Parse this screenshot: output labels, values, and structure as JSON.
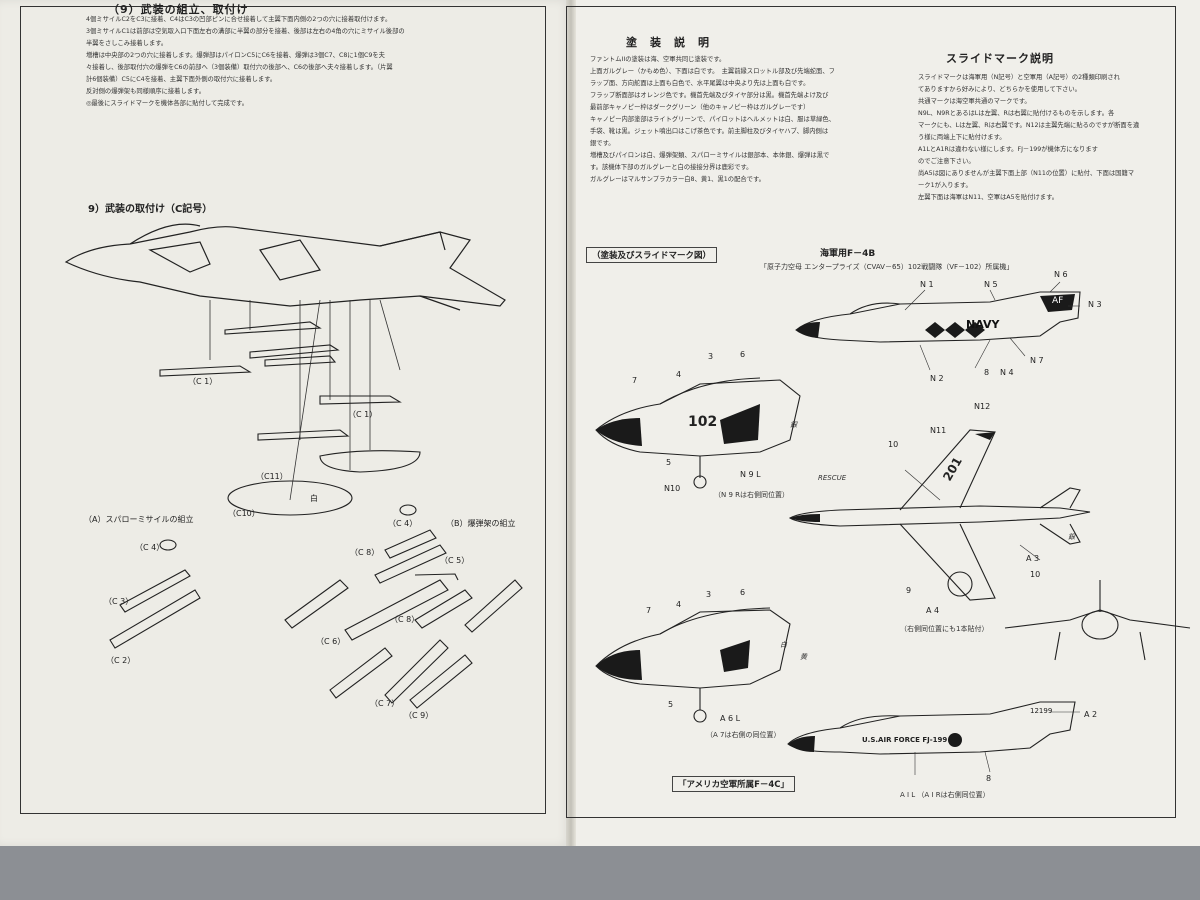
{
  "left": {
    "section_title": "（9）武装の組立、取付け",
    "instructions": [
      "4個ミサイルC2をC3に接着、C4はC3の凹部ピンに合せ接着して主翼下面内側の2つの穴に接着取付けます。",
      "3個ミサイルC1は前部は空気取入口下面左右の溝部に半翼の部分を接着、後部は左右の4角の穴にミサイル後部の",
      "半翼をさしこみ接着します。",
      "増槽は中央部の2つの穴に接着します。爆弾部はパイロンC5にC6を接着、爆弾は3個C7、C8に1個C9を夫",
      "々接着し、後部取付穴の爆弾をC6の前部へ（3個装備）取付穴の後部へ、C6の後部へ夫々接着します。（片翼",
      "計6個装備）C5にC4を接着、主翼下面外側の取付穴に接着します。",
      "反対側の爆弾架も同様順序に接着します。",
      "◎最後にスライドマークを機体各部に貼付して完成です。"
    ],
    "sub_title": "9）武装の取付け（C記号）",
    "labels": {
      "c1a": "（C 1）",
      "c1b": "（C 1）",
      "c11": "（C11）",
      "c10": "（C10）",
      "sparrow": "（A）スパローミサイルの組立",
      "rack": "（B）爆弾架の組立",
      "c4a": "（C 4）",
      "c4b": "（C 4）",
      "c3": "（C 3）",
      "c2": "（C 2）",
      "c8a": "（C 8）",
      "c8b": "（C 8）",
      "c5": "（C 5）",
      "c6": "（C 6）",
      "c7": "（C 7）",
      "c9": "（C 9）",
      "shiro": "白"
    }
  },
  "right": {
    "paint_title": "塗　装　説　明",
    "paint_text": [
      "ファントムIIの塗装は海、空軍共同じ塗装です。",
      "上面ガルグレー（かもめ色）、下面は白です。　主翼前縁スロットル部及び先端蛇面、フ",
      "ラップ面、方向舵面は上面も白色で、水平尾翼は中央より先は上面も白です。",
      "フラップ断面部はオレンジ色です。機首先端及びタイヤ部分は黒。機首先端よけ及び",
      "最前部キャノピー枠はダークグリーン（他のキャノピー枠はガルグレーです）",
      "キャノピー内部塗部はライトグリーンで、パイロットはヘルメットは白、服は草緑色、",
      "手袋、靴は黒。ジェット噴出口はこげ茶色です。前主脚柱及びタイヤハブ、脚内側は",
      "銀です。",
      "増槽及びパイロンは白、爆弾架類、スパローミサイルは銀部本、本体銀、爆弾は黒で",
      "す。該機体下部のガルグレーと白の接接分界は鹿彩です。",
      "ガルグレーはマルサンプラカラー白8、黄1、黒1の配合です。"
    ],
    "slide_title": "スライドマーク説明",
    "slide_text": [
      "スライドマークは海軍用（N記号）と空軍用（A記号）の2種類印刷され",
      "てありますから好みにより、どちらかを使用して下さい。",
      "共通マークは海空軍共通のマークです。",
      "N9L、N9RとあるはLは左翼、Rは右翼に貼付けるものを示します。各",
      "マークにも、Lは左翼、Rは右翼です。N12は主翼先端に貼るのですが断面を違",
      "う様に両端上下に貼付けます。",
      "A1LとA1Rは違わない様にします。FJ－199が機体方になります",
      "のでご注意下さい。",
      "尚A5は図にありませんが主翼下面上部（N11の位置）に貼付、下面は国籍マ",
      "ーク1が入ります。",
      "左翼下面は海軍はN11、空軍はA5を貼付けます。"
    ],
    "diagram_title": "（塗装及びスライドマーク図）",
    "navy_title": "海軍用F－4B",
    "navy_sub": "「原子力空母 エンタープライズ（CVAV－65）102戦闘隊（VF－102）所属機」",
    "af_title": "「アメリカ空軍所属F－4C」",
    "callouts": {
      "n1": "N 1",
      "n5": "N 5",
      "n6": "N 6",
      "n3": "N 3",
      "n2": "N 2",
      "n4": "N 4",
      "n7": "N 7",
      "eight": "8",
      "three": "3",
      "six": "6",
      "seven": "7",
      "four": "4",
      "five": "5",
      "n9l": "N 9 L",
      "n10": "N10",
      "n9r": "（N 9 Rは右側同位置）",
      "n12": "N12",
      "n11": "N11",
      "ten": "10",
      "a3": "A 3",
      "a4": "A 4",
      "nine": "9",
      "ten2": "10",
      "a4r": "（右側同位置にも1本貼付）",
      "seven2": "7",
      "four2": "4",
      "three2": "3",
      "six2": "6",
      "five2": "5",
      "a6l": "A 6 L",
      "a7": "（A 7は右側の同位置）",
      "a2": "A 2",
      "eight2": "8",
      "a1l": "A I L （A I Rは右側同位置）"
    },
    "navy_text": "NAVY",
    "tail_code": "AF",
    "nose_number": "102",
    "tail_number": "201",
    "usaf_text": "U.S.AIR FORCE  FJ-199",
    "serial": "12199",
    "handwritten": {
      "hw1": "銀",
      "hw2": "RESCUE",
      "hw3": "白",
      "hw4": "銀",
      "hw5": "黄"
    }
  }
}
